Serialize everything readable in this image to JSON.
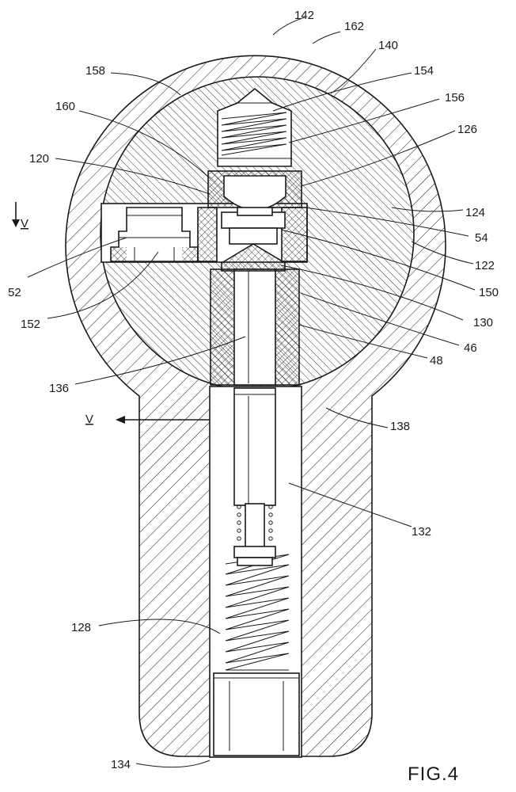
{
  "figure": {
    "caption": "FIG.4",
    "section_marker": "V",
    "reference_labels": [
      "142",
      "162",
      "140",
      "158",
      "154",
      "156",
      "160",
      "126",
      "120",
      "124",
      "54",
      "52",
      "122",
      "150",
      "152",
      "130",
      "46",
      "48",
      "136",
      "138",
      "132",
      "128",
      "134"
    ]
  },
  "colors": {
    "ink": "#1a1a1a",
    "background": "#ffffff"
  }
}
